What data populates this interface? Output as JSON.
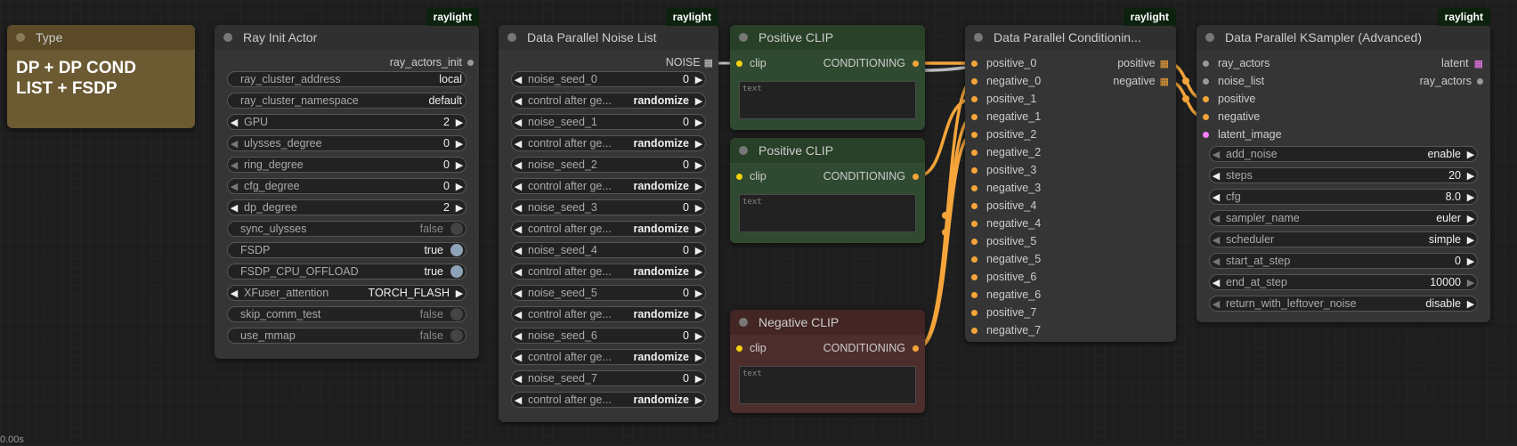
{
  "colors": {
    "conditioning": "#f5a53a",
    "clip": "#f5d20a",
    "latent": "#ff7dfc",
    "gray_slot": "#999"
  },
  "type_node": {
    "title": "Type",
    "note": "DP + DP COND\nLIST + FSDP"
  },
  "ray_init": {
    "title": "Ray Init Actor",
    "badge": "raylight",
    "output": "ray_actors_init",
    "widgets": [
      {
        "label": "ray_cluster_address",
        "value": "local",
        "kind": "text"
      },
      {
        "label": "ray_cluster_namespace",
        "value": "default",
        "kind": "text"
      },
      {
        "label": "GPU",
        "value": "2",
        "kind": "num"
      },
      {
        "label": "ulysses_degree",
        "value": "0",
        "kind": "num_dim"
      },
      {
        "label": "ring_degree",
        "value": "0",
        "kind": "num_dim"
      },
      {
        "label": "cfg_degree",
        "value": "0",
        "kind": "num_dim"
      },
      {
        "label": "dp_degree",
        "value": "2",
        "kind": "num"
      },
      {
        "label": "sync_ulysses",
        "value": "false",
        "kind": "toggle"
      },
      {
        "label": "FSDP",
        "value": "true",
        "kind": "toggle_on"
      },
      {
        "label": "FSDP_CPU_OFFLOAD",
        "value": "true",
        "kind": "toggle_on"
      },
      {
        "label": "XFuser_attention",
        "value": "TORCH_FLASH",
        "kind": "combo"
      },
      {
        "label": "skip_comm_test",
        "value": "false",
        "kind": "toggle"
      },
      {
        "label": "use_mmap",
        "value": "false",
        "kind": "toggle"
      }
    ]
  },
  "noise_list": {
    "title": "Data Parallel Noise List",
    "badge": "raylight",
    "output": "NOISE",
    "widgets": [
      {
        "label": "noise_seed_0",
        "value": "0"
      },
      {
        "label": "control after ge...",
        "value": "randomize"
      },
      {
        "label": "noise_seed_1",
        "value": "0"
      },
      {
        "label": "control after ge...",
        "value": "randomize"
      },
      {
        "label": "noise_seed_2",
        "value": "0"
      },
      {
        "label": "control after ge...",
        "value": "randomize"
      },
      {
        "label": "noise_seed_3",
        "value": "0"
      },
      {
        "label": "control after ge...",
        "value": "randomize"
      },
      {
        "label": "noise_seed_4",
        "value": "0"
      },
      {
        "label": "control after ge...",
        "value": "randomize"
      },
      {
        "label": "noise_seed_5",
        "value": "0"
      },
      {
        "label": "control after ge...",
        "value": "randomize"
      },
      {
        "label": "noise_seed_6",
        "value": "0"
      },
      {
        "label": "control after ge...",
        "value": "randomize"
      },
      {
        "label": "noise_seed_7",
        "value": "0"
      },
      {
        "label": "control after ge...",
        "value": "randomize"
      }
    ]
  },
  "clip_nodes": [
    {
      "title": "Positive CLIP",
      "input": "clip",
      "output": "CONDITIONING",
      "placeholder": "text"
    },
    {
      "title": "Positive CLIP",
      "input": "clip",
      "output": "CONDITIONING",
      "placeholder": "text"
    },
    {
      "title": "Negative CLIP",
      "input": "clip",
      "output": "CONDITIONING",
      "placeholder": "text"
    }
  ],
  "cond_node": {
    "title": "Data Parallel Conditionin...",
    "badge": "raylight",
    "inputs": [
      "positive_0",
      "negative_0",
      "positive_1",
      "negative_1",
      "positive_2",
      "negative_2",
      "positive_3",
      "negative_3",
      "positive_4",
      "negative_4",
      "positive_5",
      "negative_5",
      "positive_6",
      "negative_6",
      "positive_7",
      "negative_7"
    ],
    "outputs": [
      "positive",
      "negative"
    ]
  },
  "ksampler": {
    "title": "Data Parallel KSampler (Advanced)",
    "badge": "raylight",
    "inputs": [
      "ray_actors",
      "noise_list",
      "positive",
      "negative",
      "latent_image"
    ],
    "outputs": [
      "latent",
      "ray_actors"
    ],
    "widgets": [
      {
        "label": "add_noise",
        "value": "enable"
      },
      {
        "label": "steps",
        "value": "20"
      },
      {
        "label": "cfg",
        "value": "8.0"
      },
      {
        "label": "sampler_name",
        "value": "euler"
      },
      {
        "label": "scheduler",
        "value": "simple"
      },
      {
        "label": "start_at_step",
        "value": "0"
      },
      {
        "label": "end_at_step",
        "value": "10000"
      },
      {
        "label": "return_with_leftover_noise",
        "value": "disable"
      }
    ]
  },
  "status": {
    "time": "0.00s"
  }
}
